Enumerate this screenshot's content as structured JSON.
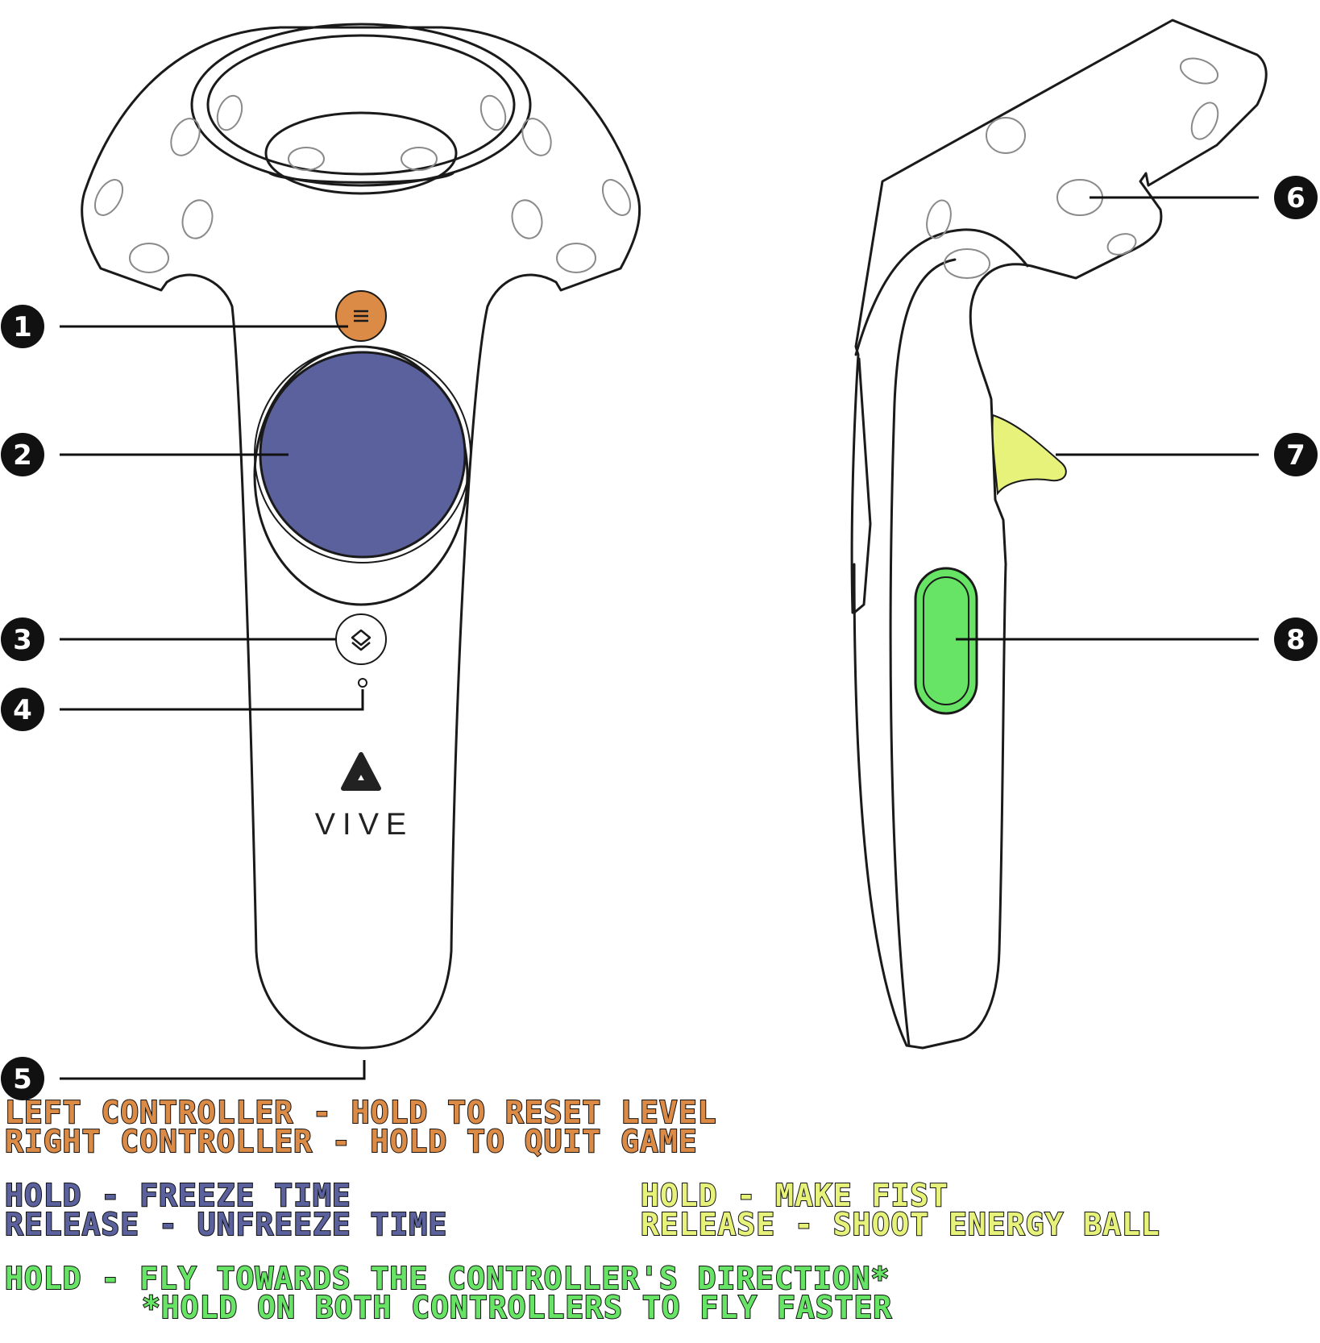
{
  "colors": {
    "menu": "#DB8B46",
    "trackpad": "#5A619D",
    "trigger": "#E6F27A",
    "grip": "#67E465",
    "outline": "#1a1a1a"
  },
  "callouts": [
    {
      "number": "1",
      "part": "menu-button"
    },
    {
      "number": "2",
      "part": "trackpad"
    },
    {
      "number": "3",
      "part": "system-button"
    },
    {
      "number": "4",
      "part": "status-light"
    },
    {
      "number": "5",
      "part": "micro-usb-port"
    },
    {
      "number": "6",
      "part": "tracking-sensor"
    },
    {
      "number": "7",
      "part": "trigger"
    },
    {
      "number": "8",
      "part": "grip-button"
    }
  ],
  "brand": "VIVE",
  "legend": {
    "menu": [
      "LEFT CONTROLLER - HOLD TO RESET LEVEL",
      "RIGHT CONTROLLER - HOLD TO QUIT GAME"
    ],
    "trackpad": [
      "HOLD - FREEZE TIME",
      "RELEASE - UNFREEZE TIME"
    ],
    "trigger": [
      "HOLD - MAKE FIST",
      "RELEASE - SHOOT ENERGY BALL"
    ],
    "grip": [
      "HOLD - FLY TOWARDS THE CONTROLLER'S DIRECTION*",
      "*HOLD ON BOTH CONTROLLERS TO FLY FASTER"
    ]
  }
}
